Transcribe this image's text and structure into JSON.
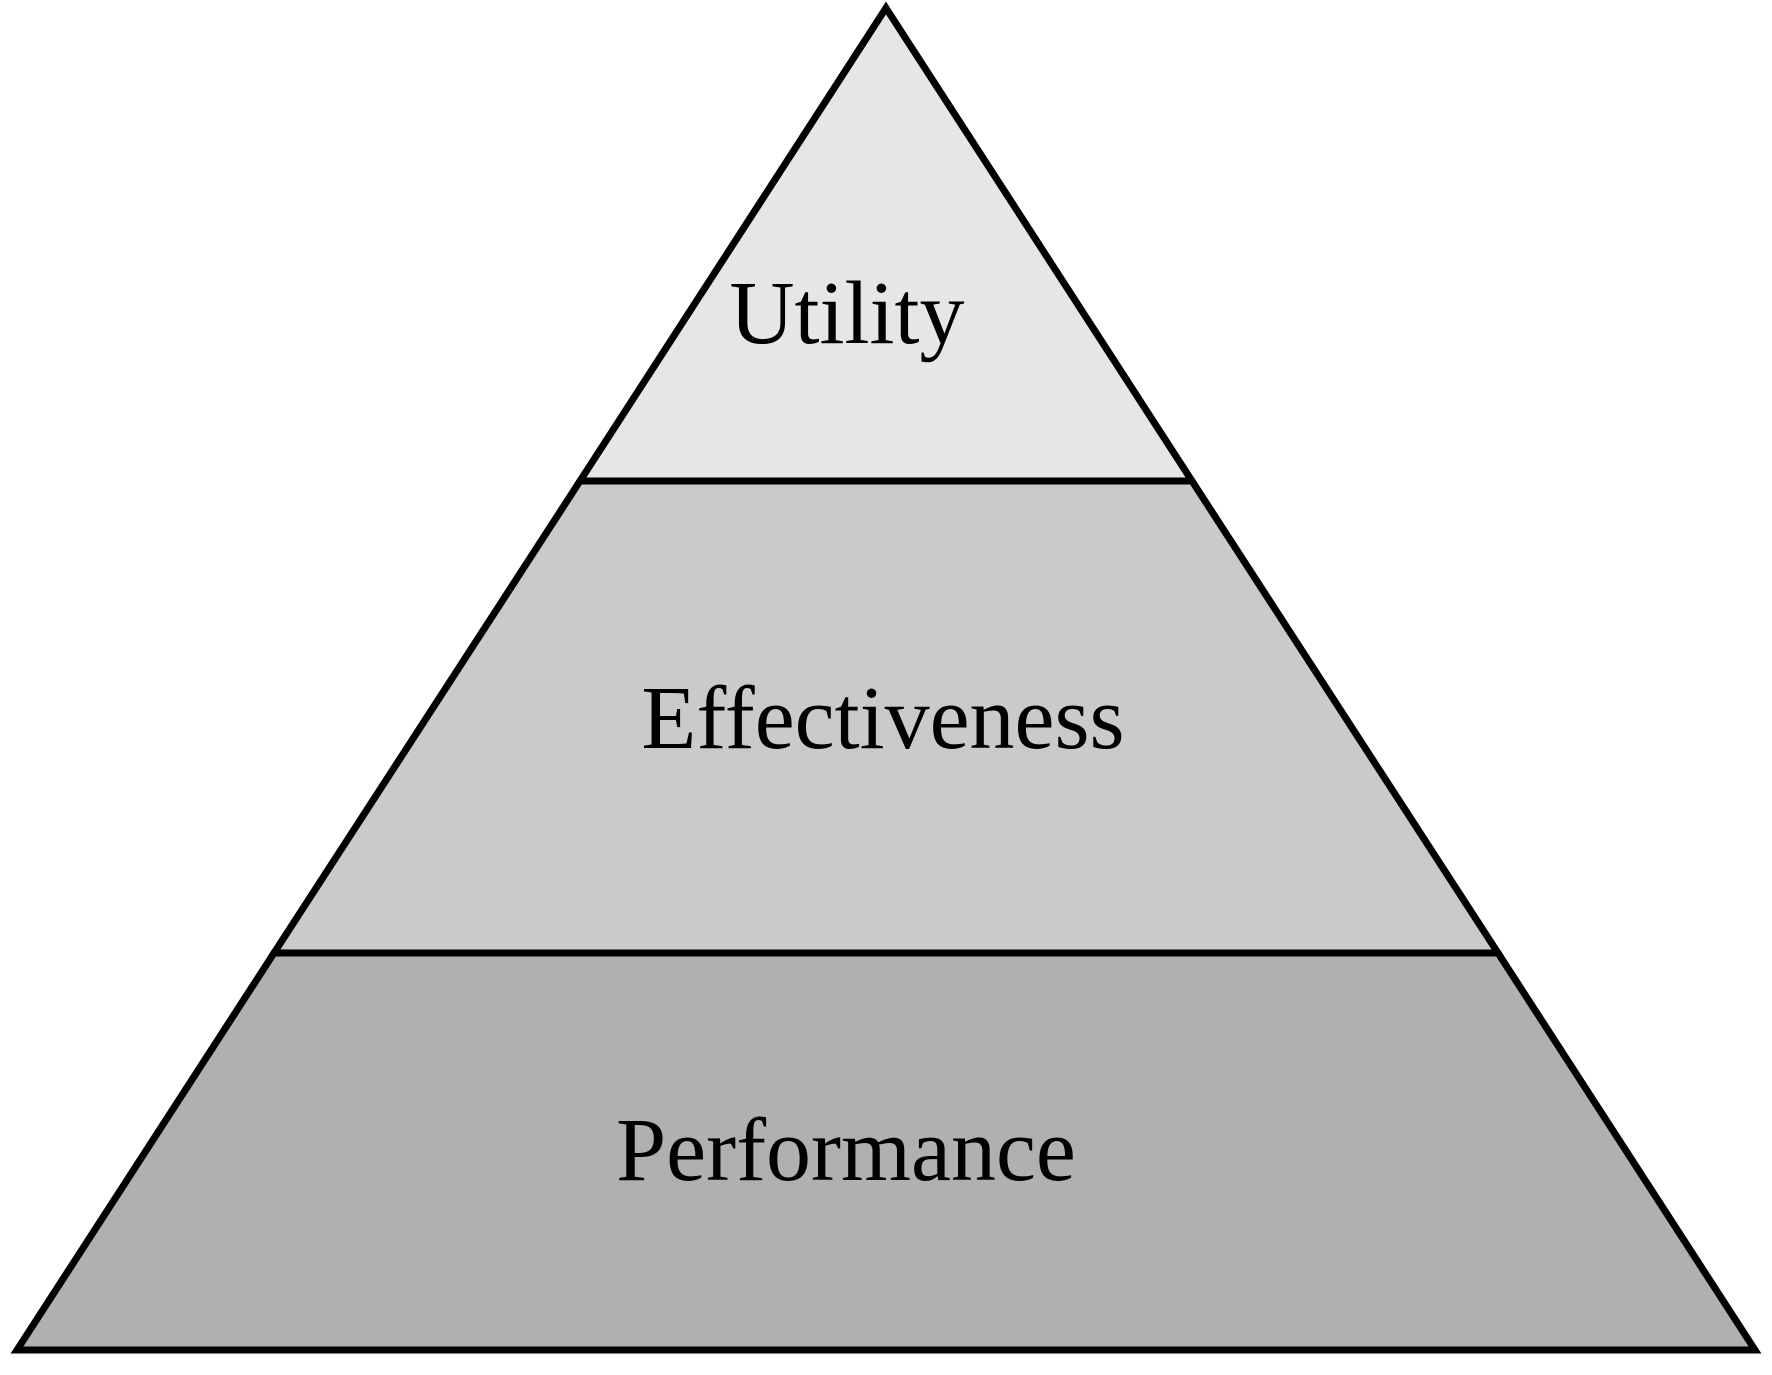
{
  "diagram": {
    "type": "pyramid",
    "levels": [
      {
        "label": "Utility",
        "fill": "#e6e6e6"
      },
      {
        "label": "Effectiveness",
        "fill": "#cacaca"
      },
      {
        "label": "Performance",
        "fill": "#b0b0b0"
      }
    ],
    "outline_color": "#000000",
    "text_color": "#000000",
    "background_color": "#ffffff"
  }
}
